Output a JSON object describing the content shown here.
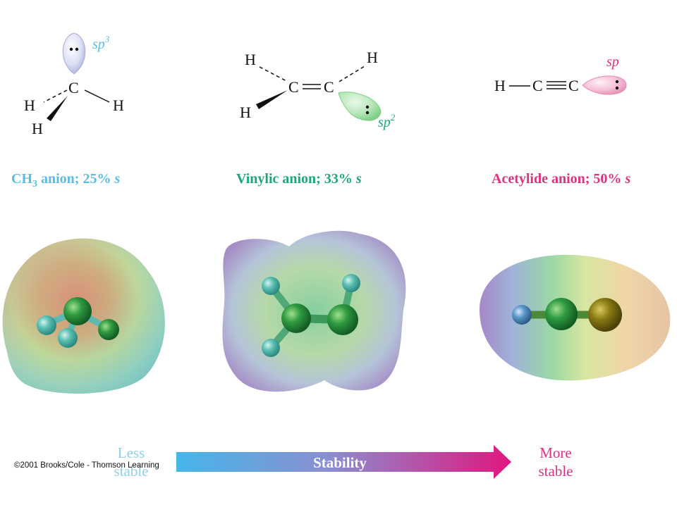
{
  "colors": {
    "methyl": "#5bbde6",
    "vinyl": "#1aa874",
    "acetylide": "#e0307f",
    "arrow_start": "#45b6ea",
    "arrow_end": "#e0167f"
  },
  "structures": {
    "methyl": {
      "center": "C",
      "h": [
        "H",
        "H",
        "H"
      ],
      "orbital": "sp",
      "orbital_sup": "3"
    },
    "vinyl": {
      "c1": "C",
      "c2": "C",
      "h": [
        "H",
        "H",
        "H"
      ],
      "orbital": "sp",
      "orbital_sup": "2"
    },
    "acetylide": {
      "h": "H",
      "c1": "C",
      "c2": "C",
      "orbital": "sp"
    }
  },
  "captions": {
    "methyl": {
      "prefix": "CH",
      "sub": "3",
      "suffix": " anion; 25% ",
      "s": "s"
    },
    "vinyl": {
      "text": "Vinylic anion; 33% ",
      "s": "s"
    },
    "acetylide": {
      "text": "Acetylide anion; 50% ",
      "s": "s"
    }
  },
  "stability": {
    "arrow_label": "Stability",
    "less_line1": "Less",
    "less_line2": "stable",
    "more_line1": "More",
    "more_line2": "stable"
  },
  "copyright": "©2001 Brooks/Cole - Thomson Learning"
}
